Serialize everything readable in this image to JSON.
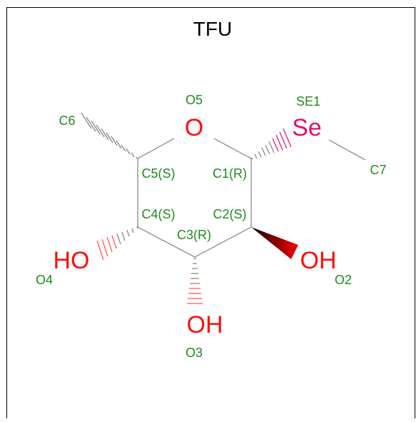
{
  "title": "TFU",
  "colors": {
    "bond": "#808080",
    "oxygen": "#ff0d0d",
    "selenium": "#e0106e",
    "atom_label": "#1f8a1f",
    "title": "#000000",
    "border": "#000000"
  },
  "atoms": {
    "O5": {
      "label": "O5",
      "symbol": "O"
    },
    "SE1": {
      "label": "SE1",
      "symbol": "Se"
    },
    "C6": {
      "label": "C6"
    },
    "C5": {
      "label": "C5(S)"
    },
    "C1": {
      "label": "C1(R)"
    },
    "C7": {
      "label": "C7"
    },
    "C4": {
      "label": "C4(S)"
    },
    "C2": {
      "label": "C2(S)"
    },
    "C3": {
      "label": "C3(R)"
    },
    "O4": {
      "label": "O4",
      "symbol": "HO"
    },
    "O2": {
      "label": "O2",
      "symbol": "OH"
    },
    "O3": {
      "label": "O3",
      "symbol": "OH"
    }
  }
}
